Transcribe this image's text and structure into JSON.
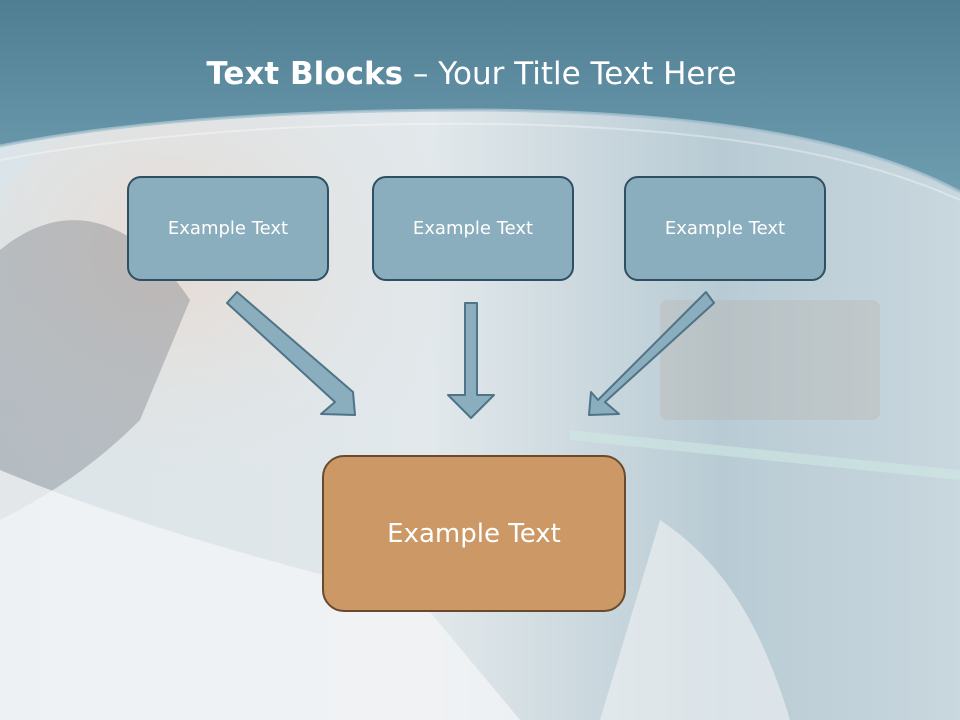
{
  "title": {
    "bold": "Text Blocks",
    "rest": " – Your Title Text Here"
  },
  "boxes": {
    "left": "Example Text",
    "center": "Example Text",
    "right": "Example Text",
    "bottom": "Example Text"
  },
  "colors": {
    "header": "#5f8fa3",
    "box_fill": "#8aaebd",
    "box_border": "#2f4f62",
    "bottom_fill": "#cc9966",
    "bottom_border": "#6a4a2c",
    "arrow_fill": "#8aaebd",
    "arrow_stroke": "#4f7487"
  }
}
